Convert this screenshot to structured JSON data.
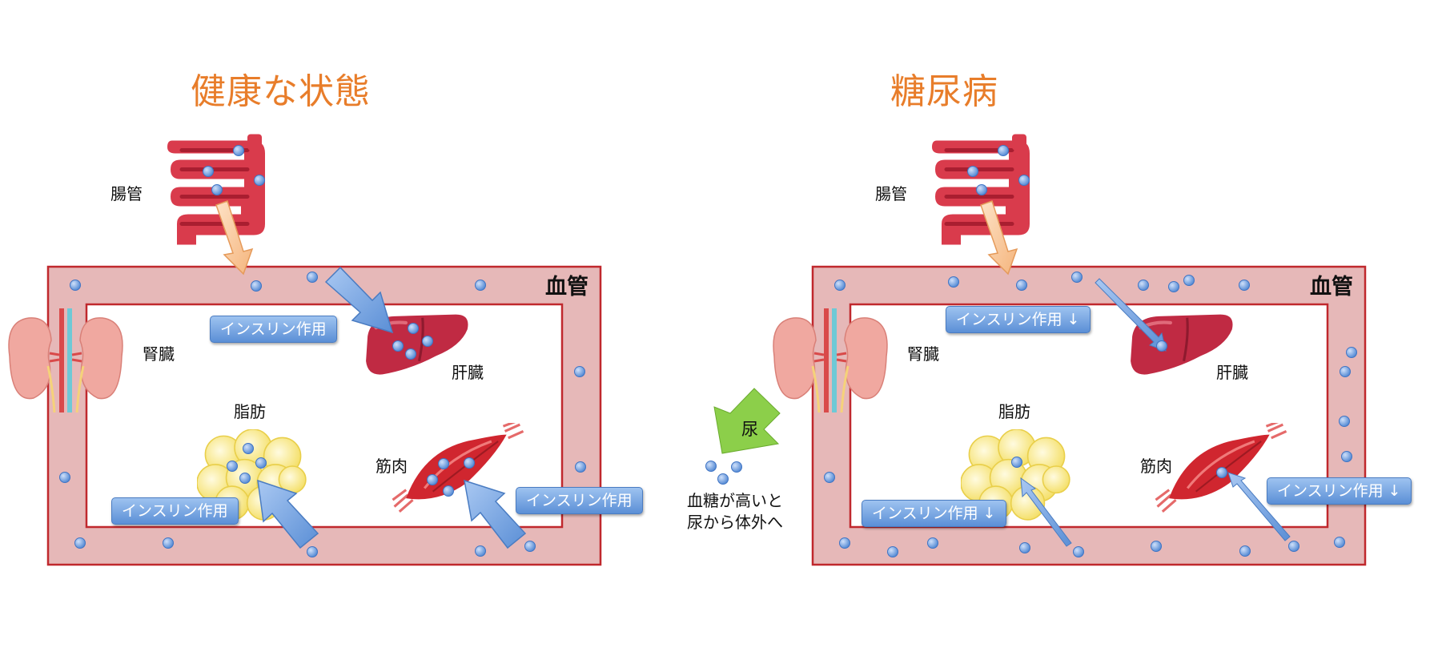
{
  "healthy": {
    "title": "健康な状態",
    "vessel_label": "血管",
    "organs": {
      "intestine": "腸管",
      "kidney": "腎臓",
      "liver": "肝臓",
      "fat": "脂肪",
      "muscle": "筋肉"
    },
    "insulin_labels": [
      "インスリン作用",
      "インスリン作用",
      "インスリン作用"
    ]
  },
  "diabetes": {
    "title": "糖尿病",
    "vessel_label": "血管",
    "organs": {
      "intestine": "腸管",
      "kidney": "腎臓",
      "liver": "肝臓",
      "fat": "脂肪",
      "muscle": "筋肉"
    },
    "insulin_labels": [
      "インスリン作用 ↓",
      "インスリン作用 ↓",
      "インスリン作用 ↓"
    ]
  },
  "urine": {
    "label": "尿",
    "text_line1": "血糖が高いと",
    "text_line2": "尿から体外へ"
  },
  "colors": {
    "title": "#e87d2a",
    "vessel_fill": "#e6b8b8",
    "vessel_border": "#c0282d",
    "glucose": "#5b8fd6",
    "insulin_arrow": "#7ea6e0",
    "intestine_arrow": "#f8c79a",
    "urine_arrow": "#8ccf4a",
    "intestine": "#d93b4c",
    "liver": "#c02a43",
    "fat": "#f6ea7a",
    "muscle": "#d0262f",
    "kidney": "#f0a8a0"
  }
}
